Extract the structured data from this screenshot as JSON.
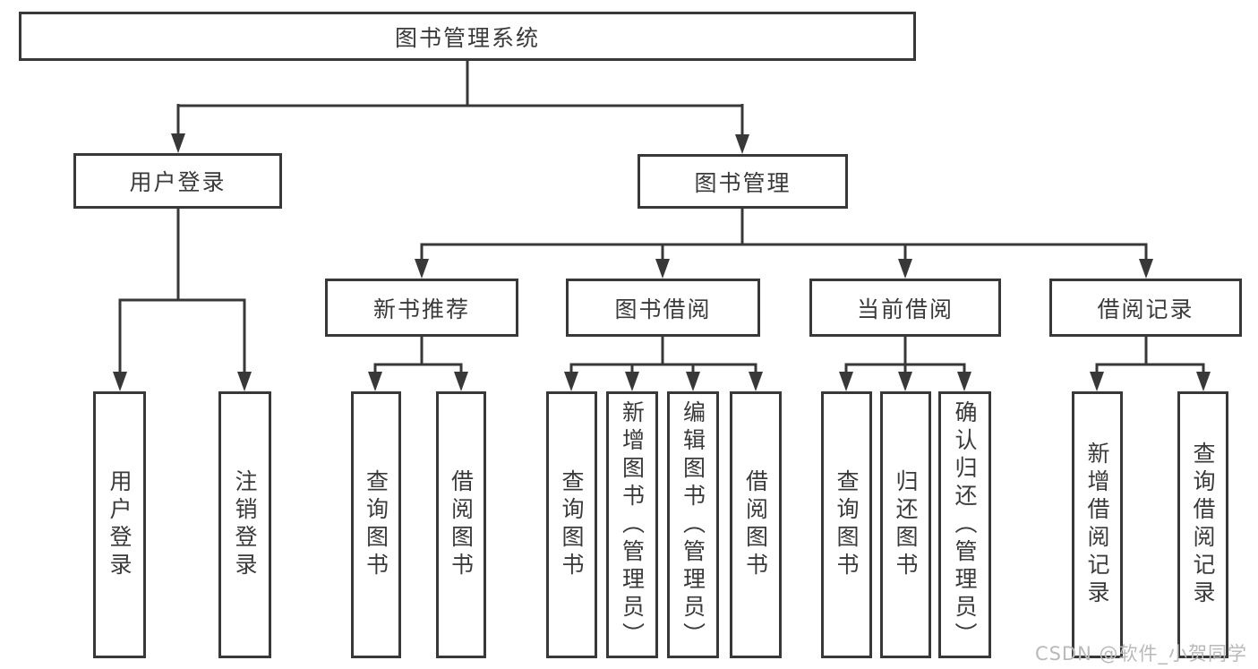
{
  "diagram": {
    "root": "图书管理系统",
    "level2": [
      "用户登录",
      "图书管理"
    ],
    "level3": [
      "新书推荐",
      "图书借阅",
      "当前借阅",
      "借阅记录"
    ],
    "leaves": [
      "用户登录",
      "注销登录",
      "查询图书",
      "借阅图书",
      "查询图书",
      "新增图书（管理员）",
      "编辑图书（管理员）",
      "借阅图书",
      "查询图书",
      "归还图书",
      "确认归还（管理员）",
      "新增借阅记录",
      "查询借阅记录"
    ]
  },
  "watermark": {
    "text": "CSDN @软件_小贺同学"
  },
  "colors": {
    "line": "#383838",
    "text": "#3a3a3a",
    "watermark": "#b9b9b9",
    "background": "#ffffff"
  }
}
